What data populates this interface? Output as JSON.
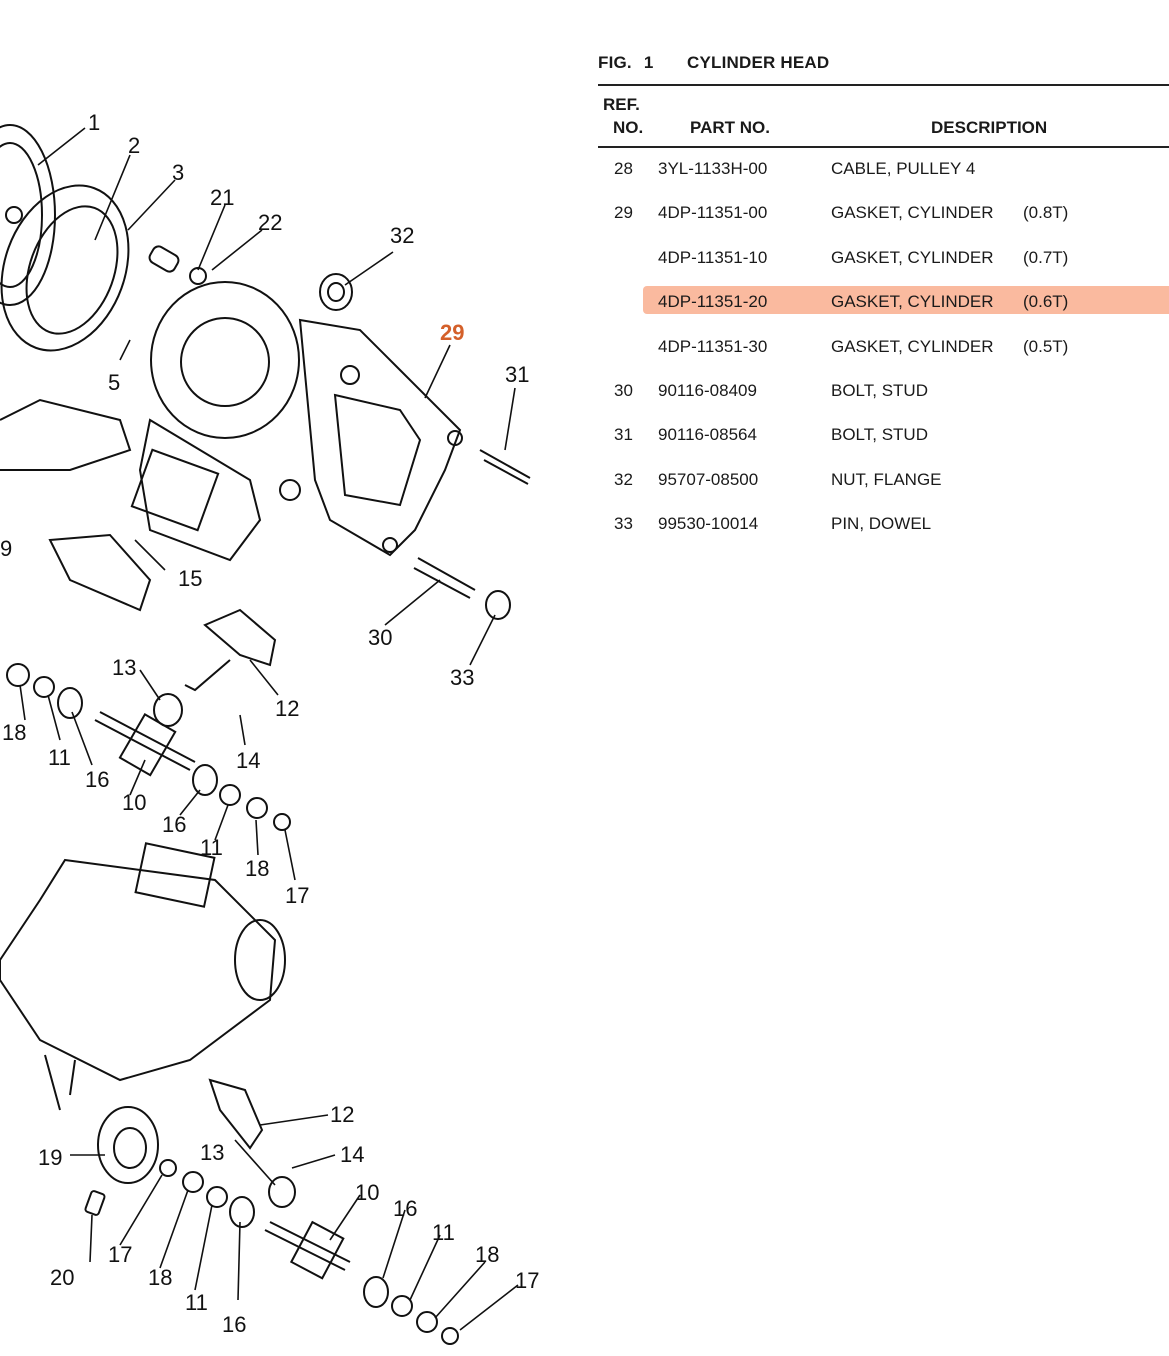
{
  "figure": {
    "label": "FIG.",
    "number": "1",
    "title": "CYLINDER HEAD"
  },
  "headers": {
    "ref_line1": "REF.",
    "ref_line2": "NO.",
    "part_no": "PART NO.",
    "description": "DESCRIPTION"
  },
  "parts": [
    {
      "ref": "28",
      "part_no": "3YL-1133H-00",
      "description": "CABLE, PULLEY 4",
      "size": "",
      "highlighted": false
    },
    {
      "ref": "29",
      "part_no": "4DP-11351-00",
      "description": "GASKET, CYLINDER",
      "size": "(0.8T)",
      "highlighted": false
    },
    {
      "ref": "",
      "part_no": "4DP-11351-10",
      "description": "GASKET, CYLINDER",
      "size": "(0.7T)",
      "highlighted": false
    },
    {
      "ref": "",
      "part_no": "4DP-11351-20",
      "description": "GASKET, CYLINDER",
      "size": "(0.6T)",
      "highlighted": true
    },
    {
      "ref": "",
      "part_no": "4DP-11351-30",
      "description": "GASKET, CYLINDER",
      "size": "(0.5T)",
      "highlighted": false
    },
    {
      "ref": "30",
      "part_no": "90116-08409",
      "description": "BOLT, STUD",
      "size": "",
      "highlighted": false
    },
    {
      "ref": "31",
      "part_no": "90116-08564",
      "description": "BOLT, STUD",
      "size": "",
      "highlighted": false
    },
    {
      "ref": "32",
      "part_no": "95707-08500",
      "description": "NUT, FLANGE",
      "size": "",
      "highlighted": false
    },
    {
      "ref": "33",
      "part_no": "99530-10014",
      "description": "PIN, DOWEL",
      "size": "",
      "highlighted": false
    }
  ],
  "diagram_callouts": [
    "1",
    "2",
    "3",
    "21",
    "22",
    "32",
    "29",
    "31",
    "5",
    "15",
    "9",
    "30",
    "33",
    "13",
    "12",
    "14",
    "18",
    "11",
    "16",
    "10",
    "16",
    "11",
    "18",
    "17",
    "12",
    "19",
    "13",
    "14",
    "10",
    "16",
    "11",
    "18",
    "17",
    "20",
    "17",
    "18",
    "11",
    "16"
  ],
  "highlight_color": "#f78c5f",
  "highlighted_callout": "29"
}
